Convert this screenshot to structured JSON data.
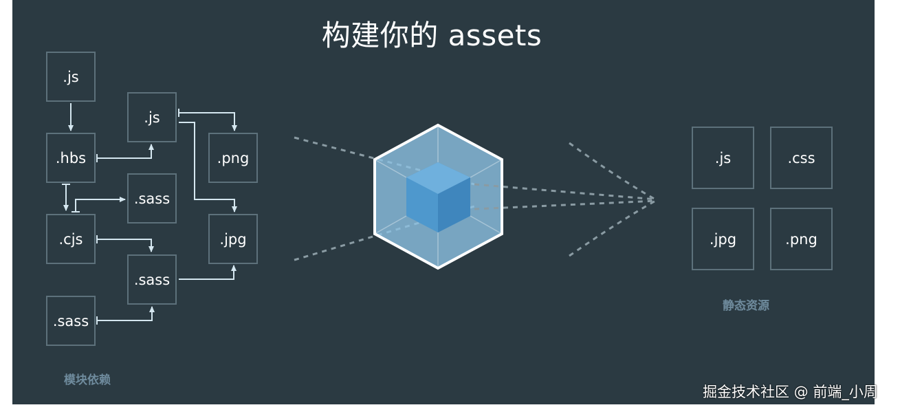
{
  "title": "构建你的 assets",
  "modules": {
    "caption": "模块依赖",
    "js_a": ".js",
    "hbs": ".hbs",
    "cjs": ".cjs",
    "sass_a": ".sass",
    "js_b": ".js",
    "sass_b": ".sass",
    "sass_c": ".sass",
    "png": ".png",
    "jpg": ".jpg"
  },
  "assets": {
    "caption": "静态资源",
    "js": ".js",
    "css": ".css",
    "jpg": ".jpg",
    "png": ".png"
  },
  "watermark": "掘金技术社区 @ 前端_小周",
  "colors": {
    "background": "#2b3a42",
    "box_border": "#5d717b",
    "arrow": "#d5e7f0",
    "caption": "#6f8b9d",
    "cube_outer": "#8ec4e6",
    "cube_inner": "#4e98cd"
  },
  "icons": {
    "center": "webpack-cube-icon"
  }
}
